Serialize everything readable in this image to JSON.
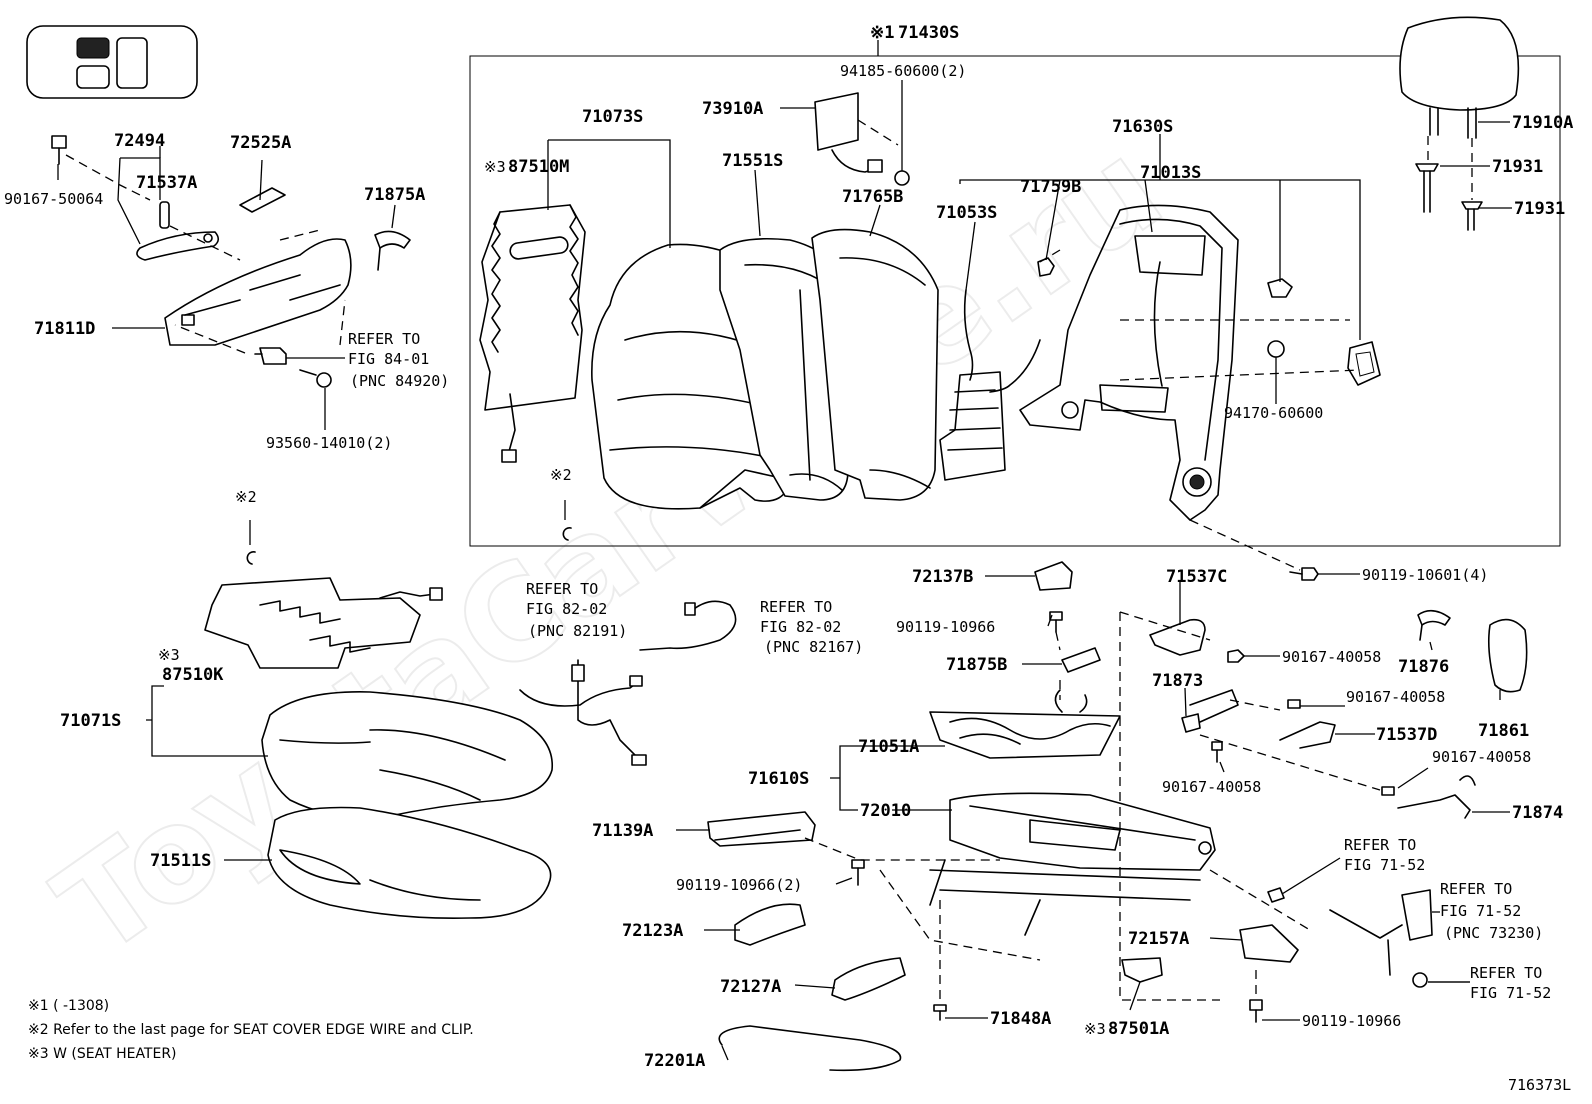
{
  "watermark": "ToyotaCarWine.ru",
  "figure_code": "716373L",
  "group_labels": {
    "cushion_assembly": "71430S",
    "cushion_assembly_mark": "※1",
    "back_frame": "71630S"
  },
  "labels": [
    {
      "key": "l71910A",
      "text": "71910A"
    },
    {
      "key": "l71931a",
      "text": "71931"
    },
    {
      "key": "l71931b",
      "text": "71931"
    },
    {
      "key": "l94185",
      "text": "94185-60600(2)"
    },
    {
      "key": "l73910A",
      "text": "73910A"
    },
    {
      "key": "l71073S",
      "text": "71073S"
    },
    {
      "key": "l87510M",
      "text": "87510M"
    },
    {
      "key": "l71551S",
      "text": "71551S"
    },
    {
      "key": "l71765B",
      "text": "71765B"
    },
    {
      "key": "l71053S",
      "text": "71053S"
    },
    {
      "key": "l71759B",
      "text": "71759B"
    },
    {
      "key": "l71013S",
      "text": "71013S"
    },
    {
      "key": "l94170",
      "text": "94170-60600"
    },
    {
      "key": "l72494",
      "text": "72494"
    },
    {
      "key": "l71537A",
      "text": "71537A"
    },
    {
      "key": "l72525A",
      "text": "72525A"
    },
    {
      "key": "l71875A",
      "text": "71875A"
    },
    {
      "key": "l90167_50064",
      "text": "90167-50064"
    },
    {
      "key": "l71811D",
      "text": "71811D"
    },
    {
      "key": "l93560",
      "text": "93560-14010(2)"
    },
    {
      "key": "l90119_10601",
      "text": "90119-10601(4)"
    },
    {
      "key": "l72137B",
      "text": "72137B"
    },
    {
      "key": "l71537C",
      "text": "71537C"
    },
    {
      "key": "l90119_10966a",
      "text": "90119-10966"
    },
    {
      "key": "l71875B",
      "text": "71875B"
    },
    {
      "key": "l90167_40058a",
      "text": "90167-40058"
    },
    {
      "key": "l71876",
      "text": "71876"
    },
    {
      "key": "l71873",
      "text": "71873"
    },
    {
      "key": "l90167_40058b",
      "text": "90167-40058"
    },
    {
      "key": "l71537D",
      "text": "71537D"
    },
    {
      "key": "l71861",
      "text": "71861"
    },
    {
      "key": "l90167_40058c",
      "text": "90167-40058"
    },
    {
      "key": "l90167_40058d",
      "text": "90167-40058"
    },
    {
      "key": "l71874",
      "text": "71874"
    },
    {
      "key": "l71051A",
      "text": "71051A"
    },
    {
      "key": "l71610S",
      "text": "71610S"
    },
    {
      "key": "l72010",
      "text": "72010"
    },
    {
      "key": "l71139A",
      "text": "71139A"
    },
    {
      "key": "l90119_10966_2",
      "text": "90119-10966(2)"
    },
    {
      "key": "l72123A",
      "text": "72123A"
    },
    {
      "key": "l72127A",
      "text": "72127A"
    },
    {
      "key": "l72201A",
      "text": "72201A"
    },
    {
      "key": "l71848A",
      "text": "71848A"
    },
    {
      "key": "l87501A",
      "text": "87501A"
    },
    {
      "key": "l72157A",
      "text": "72157A"
    },
    {
      "key": "l90119_10966b",
      "text": "90119-10966"
    },
    {
      "key": "l87510K",
      "text": "87510K"
    },
    {
      "key": "l71071S",
      "text": "71071S"
    },
    {
      "key": "l71511S",
      "text": "71511S"
    }
  ],
  "marks": {
    "m3a": "※3",
    "m3b": "※3",
    "m3c": "※3",
    "m2a": "※2",
    "m2b": "※2"
  },
  "references": {
    "r8401": [
      "REFER TO",
      "FIG 84-01",
      "(PNC 84920)"
    ],
    "r82191": [
      "REFER TO",
      "FIG 82-02",
      "(PNC 82191)"
    ],
    "r82167": [
      "REFER TO",
      "FIG 82-02",
      "(PNC 82167)"
    ],
    "r7152a": [
      "REFER TO",
      "FIG 71-52"
    ],
    "r73230": [
      "REFER TO",
      "FIG 71-52",
      "(PNC 73230)"
    ],
    "r7152b": [
      "REFER TO",
      "FIG 71-52"
    ]
  },
  "notes": [
    "※1 (      -1308)",
    "※2 Refer to the last page for SEAT COVER EDGE WIRE and CLIP.",
    "※3 W (SEAT HEATER)"
  ]
}
